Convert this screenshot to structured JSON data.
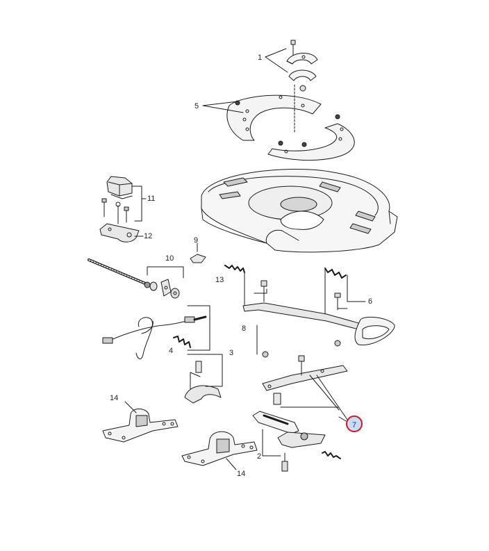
{
  "callouts": {
    "c1": "1",
    "c2": "2",
    "c3": "3",
    "c4": "4",
    "c5": "5",
    "c6": "6",
    "c7": "7",
    "c8": "8",
    "c9": "9",
    "c10": "10",
    "c11": "11",
    "c12": "12",
    "c13": "13",
    "c14a": "14",
    "c14b": "14"
  },
  "colors": {
    "line": "#1a1a1a",
    "part_fill": "#f4f4f4",
    "shade": "#9a9a9a",
    "highlight_ring": "#d7141a",
    "highlight_fill": "#c9dcf5"
  }
}
